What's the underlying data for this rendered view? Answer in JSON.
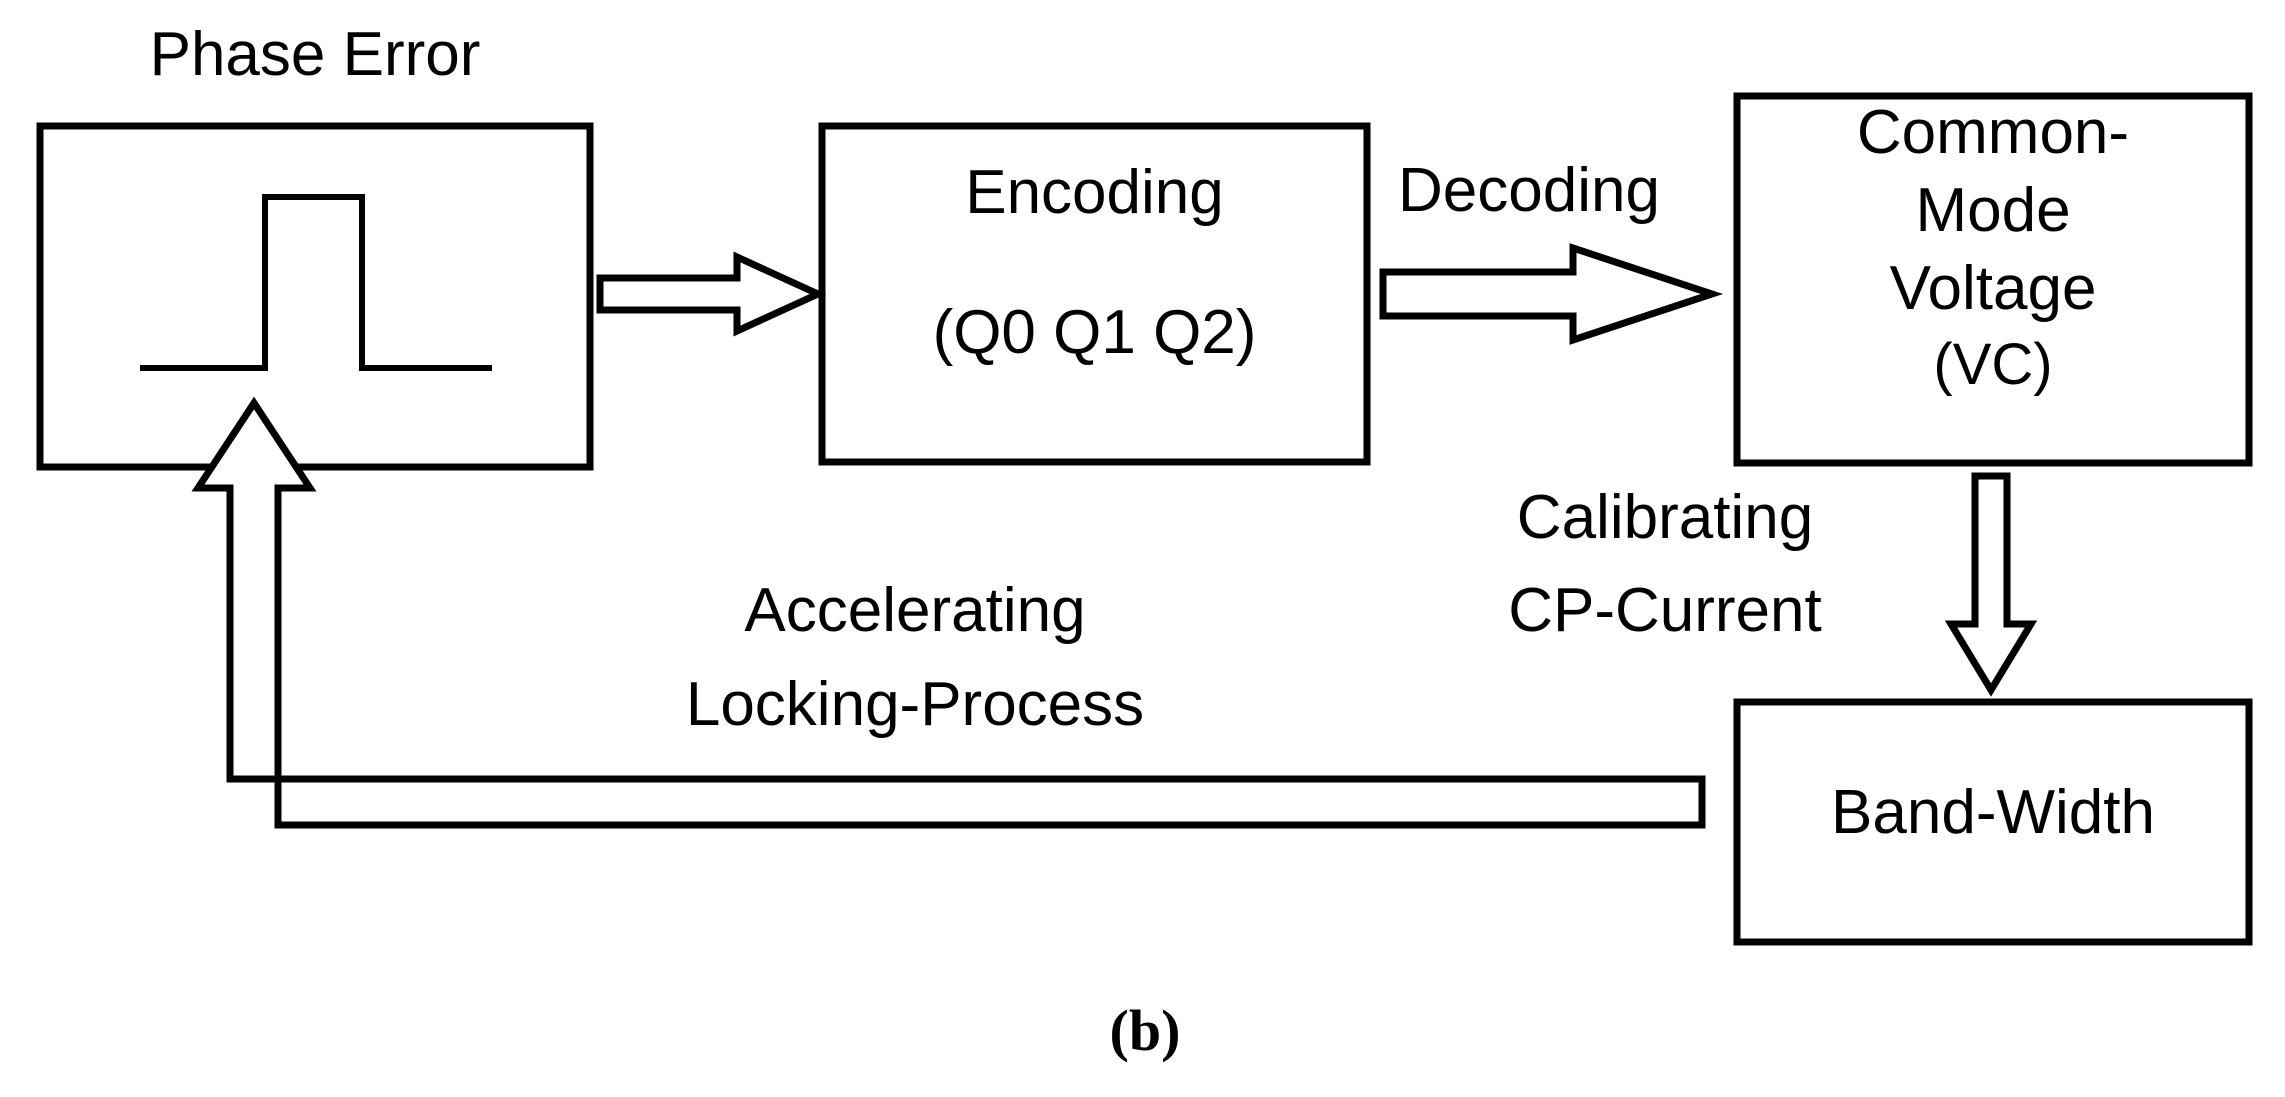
{
  "figure": {
    "caption": "(b)",
    "stroke_color": "#000000",
    "background_color": "#ffffff"
  },
  "blocks": [
    {
      "id": "phase-error",
      "title": "Phase Error",
      "title_position": "above-box",
      "lines": [],
      "graphic": "pulse-waveform"
    },
    {
      "id": "encoding",
      "title": "",
      "lines": [
        "Encoding",
        "(Q0 Q1 Q2)"
      ],
      "graphic": ""
    },
    {
      "id": "common-mode-voltage",
      "title": "",
      "lines": [
        "Common-",
        "Mode",
        "Voltage",
        "(VC)"
      ],
      "graphic": ""
    },
    {
      "id": "band-width",
      "title": "",
      "lines": [
        "Band-Width"
      ],
      "graphic": ""
    }
  ],
  "connectors": [
    {
      "id": "encode-arrow",
      "label": "",
      "direction": "right",
      "from": "phase-error",
      "to": "encoding"
    },
    {
      "id": "decode-arrow",
      "label": "Decoding",
      "direction": "right",
      "from": "encoding",
      "to": "common-mode-voltage"
    },
    {
      "id": "calibrate-arrow",
      "label": "Calibrating\nCP-Current",
      "label_line1": "Calibrating",
      "label_line2": "CP-Current",
      "direction": "down",
      "from": "common-mode-voltage",
      "to": "band-width"
    },
    {
      "id": "feedback-arrow",
      "label_line1": "Accelerating",
      "label_line2": "Locking-Process",
      "direction": "up-left",
      "from": "band-width",
      "to": "phase-error"
    }
  ],
  "labels": {
    "phase_error_title": "Phase Error",
    "encoding_line1": "Encoding",
    "encoding_line2": "(Q0 Q1 Q2)",
    "decoding": "Decoding",
    "cmv_line1": "Common-",
    "cmv_line2": "Mode",
    "cmv_line3": "Voltage",
    "cmv_line4": "(VC)",
    "calibrating_line1": "Calibrating",
    "calibrating_line2": "CP-Current",
    "accelerating_line1": "Accelerating",
    "accelerating_line2": "Locking-Process",
    "band_width": "Band-Width",
    "caption": "(b)"
  }
}
